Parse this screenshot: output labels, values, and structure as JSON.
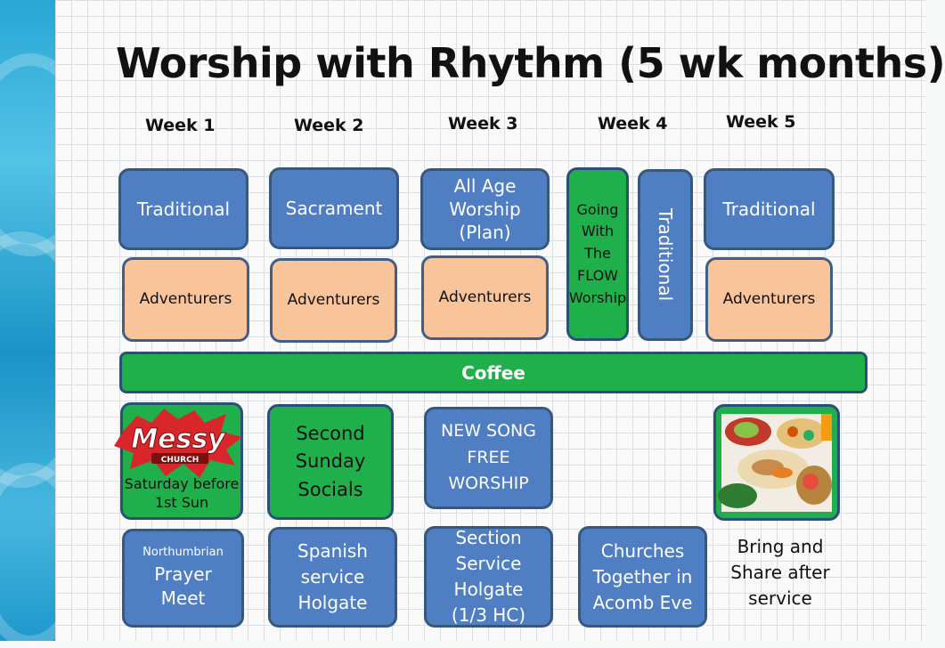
{
  "title": "Worship with Rhythm (5 wk months)",
  "weeks": [
    "Week 1",
    "Week 2",
    "Week 3",
    "Week 4",
    "Week 5"
  ],
  "row1": {
    "w1": "Traditional",
    "w2": "Sacrament",
    "w3": "All Age Worship (Plan)",
    "w4a": "Going With The FLOW Worship",
    "w4b": "Traditional",
    "w5": "Traditional"
  },
  "adventurers": "Adventurers",
  "coffee": "Coffee",
  "row3": {
    "w1_logo": "Messy CHURCH",
    "w1": "Saturday before 1st Sun",
    "w2": "Second Sunday Socials",
    "w3": "NEW SONG FREE WORSHIP",
    "w5_image": "food-platter"
  },
  "row4": {
    "w1_small": "Northumbrian",
    "w1": "Prayer Meet",
    "w2": "Spanish service Holgate",
    "w3": "Section Service Holgate (1/3 HC)",
    "w4": "Churches Together in Acomb Eve",
    "w5": "Bring and Share after service"
  },
  "colors": {
    "blue": "#4f7ec2",
    "peach": "#f9c49a",
    "green": "#1fb04c"
  }
}
